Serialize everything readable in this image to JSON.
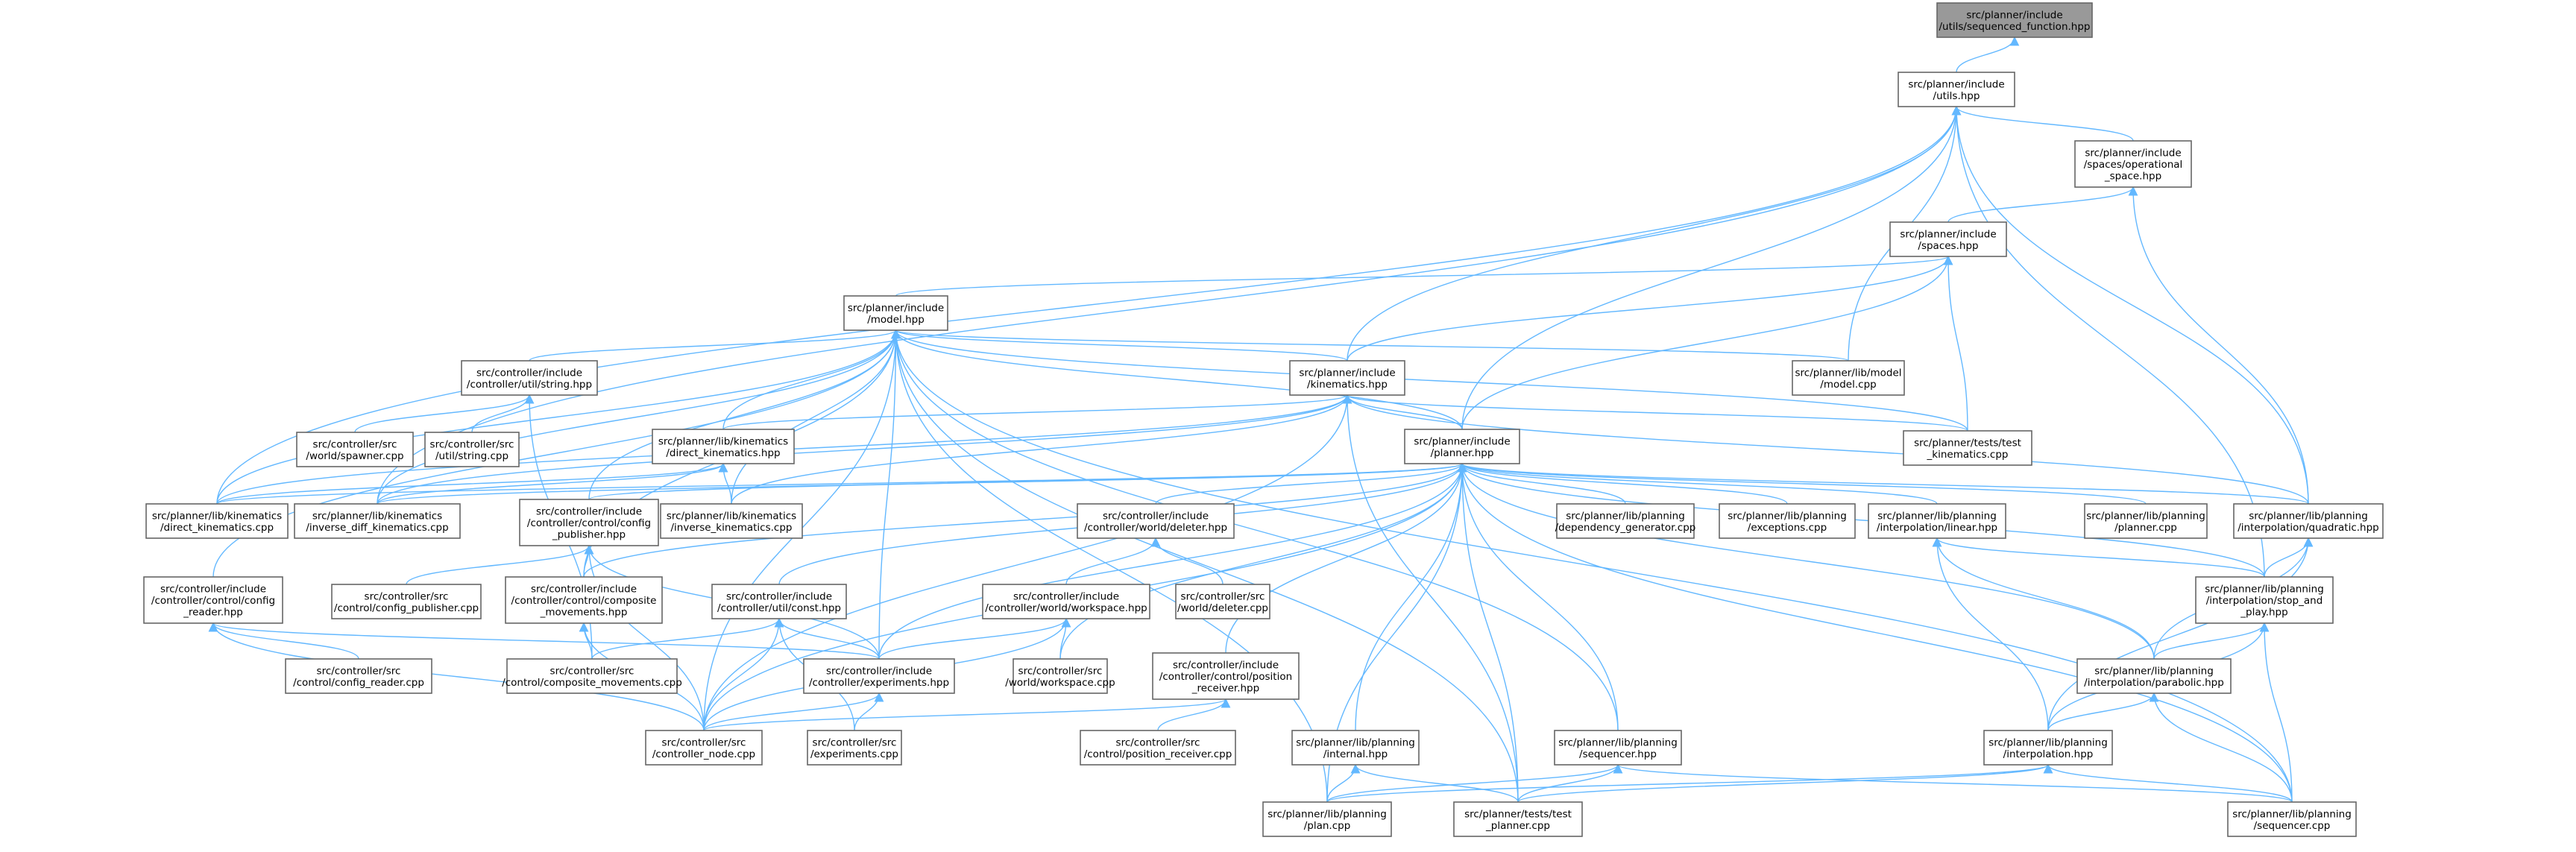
{
  "graph": {
    "type": "include-dependency-graph",
    "colors": {
      "edge": "#63b8ff",
      "node_border": "#666666",
      "root_fill": "#999999",
      "node_fill": "#ffffff"
    },
    "nodes": [
      {
        "id": "seq_fn",
        "lines": [
          "src/planner/include",
          "/utils/sequenced_function.hpp"
        ],
        "root": true
      },
      {
        "id": "utils",
        "lines": [
          "src/planner/include",
          "/utils.hpp"
        ]
      },
      {
        "id": "spaces_op",
        "lines": [
          "src/planner/include",
          "/spaces/operational",
          "_space.hpp"
        ]
      },
      {
        "id": "spaces",
        "lines": [
          "src/planner/include",
          "/spaces.hpp"
        ]
      },
      {
        "id": "model",
        "lines": [
          "src/planner/include",
          "/model.hpp"
        ]
      },
      {
        "id": "model_cpp",
        "lines": [
          "src/planner/lib/model",
          "/model.cpp"
        ]
      },
      {
        "id": "kinematics",
        "lines": [
          "src/planner/include",
          "/kinematics.hpp"
        ]
      },
      {
        "id": "string_hpp",
        "lines": [
          "src/controller/include",
          "/controller/util/string.hpp"
        ]
      },
      {
        "id": "spawner",
        "lines": [
          "src/controller/src",
          "/world/spawner.cpp"
        ]
      },
      {
        "id": "string_cpp",
        "lines": [
          "src/controller/src",
          "/util/string.cpp"
        ]
      },
      {
        "id": "direct_kin_hpp",
        "lines": [
          "src/planner/lib/kinematics",
          "/direct_kinematics.hpp"
        ]
      },
      {
        "id": "test_kin",
        "lines": [
          "src/planner/tests/test",
          "_kinematics.cpp"
        ]
      },
      {
        "id": "planner_hpp",
        "lines": [
          "src/planner/include",
          "/planner.hpp"
        ]
      },
      {
        "id": "direct_kin_cpp",
        "lines": [
          "src/planner/lib/kinematics",
          "/direct_kinematics.cpp"
        ]
      },
      {
        "id": "inv_diff",
        "lines": [
          "src/planner/lib/kinematics",
          "/inverse_diff_kinematics.cpp"
        ]
      },
      {
        "id": "config_pub",
        "lines": [
          "src/controller/include",
          "/controller/control/config",
          "_publisher.hpp"
        ]
      },
      {
        "id": "inv_kin",
        "lines": [
          "src/planner/lib/kinematics",
          "/inverse_kinematics.cpp"
        ]
      },
      {
        "id": "deleter_hpp",
        "lines": [
          "src/controller/include",
          "/controller/world/deleter.hpp"
        ]
      },
      {
        "id": "dep_gen",
        "lines": [
          "src/planner/lib/planning",
          "/dependency_generator.cpp"
        ]
      },
      {
        "id": "exceptions",
        "lines": [
          "src/planner/lib/planning",
          "/exceptions.cpp"
        ]
      },
      {
        "id": "interp_lin",
        "lines": [
          "src/planner/lib/planning",
          "/interpolation/linear.hpp"
        ]
      },
      {
        "id": "planner_cpp",
        "lines": [
          "src/planner/lib/planning",
          "/planner.cpp"
        ]
      },
      {
        "id": "interp_quad",
        "lines": [
          "src/planner/lib/planning",
          "/interpolation/quadratic.hpp"
        ]
      },
      {
        "id": "config_reader",
        "lines": [
          "src/controller/include",
          "/controller/control/config",
          "_reader.hpp"
        ]
      },
      {
        "id": "config_pub_cpp",
        "lines": [
          "src/controller/src",
          "/control/config_publisher.cpp"
        ]
      },
      {
        "id": "composite_hpp",
        "lines": [
          "src/controller/include",
          "/controller/control/composite",
          "_movements.hpp"
        ]
      },
      {
        "id": "const_hpp",
        "lines": [
          "src/controller/include",
          "/controller/util/const.hpp"
        ]
      },
      {
        "id": "workspace_hpp",
        "lines": [
          "src/controller/include",
          "/controller/world/workspace.hpp"
        ]
      },
      {
        "id": "deleter_cpp",
        "lines": [
          "src/controller/src",
          "/world/deleter.cpp"
        ]
      },
      {
        "id": "stop_play",
        "lines": [
          "src/planner/lib/planning",
          "/interpolation/stop_and",
          "_play.hpp"
        ]
      },
      {
        "id": "config_reader_cpp",
        "lines": [
          "src/controller/src",
          "/control/config_reader.cpp"
        ]
      },
      {
        "id": "composite_cpp",
        "lines": [
          "src/controller/src",
          "/control/composite_movements.cpp"
        ]
      },
      {
        "id": "experiments_hpp",
        "lines": [
          "src/controller/include",
          "/controller/experiments.hpp"
        ]
      },
      {
        "id": "workspace_cpp",
        "lines": [
          "src/controller/src",
          "/world/workspace.cpp"
        ]
      },
      {
        "id": "pos_recv",
        "lines": [
          "src/controller/include",
          "/controller/control/position",
          "_receiver.hpp"
        ]
      },
      {
        "id": "parabolic",
        "lines": [
          "src/planner/lib/planning",
          "/interpolation/parabolic.hpp"
        ]
      },
      {
        "id": "controller_node",
        "lines": [
          "src/controller/src",
          "/controller_node.cpp"
        ]
      },
      {
        "id": "experiments_cpp",
        "lines": [
          "src/controller/src",
          "/experiments.cpp"
        ]
      },
      {
        "id": "pos_recv_cpp",
        "lines": [
          "src/controller/src",
          "/control/position_receiver.cpp"
        ]
      },
      {
        "id": "internal",
        "lines": [
          "src/planner/lib/planning",
          "/internal.hpp"
        ]
      },
      {
        "id": "sequencer_hpp",
        "lines": [
          "src/planner/lib/planning",
          "/sequencer.hpp"
        ]
      },
      {
        "id": "interp_hpp",
        "lines": [
          "src/planner/lib/planning",
          "/interpolation.hpp"
        ]
      },
      {
        "id": "plan_cpp",
        "lines": [
          "src/planner/lib/planning",
          "/plan.cpp"
        ]
      },
      {
        "id": "test_planner",
        "lines": [
          "src/planner/tests/test",
          "_planner.cpp"
        ]
      },
      {
        "id": "sequencer_cpp",
        "lines": [
          "src/planner/lib/planning",
          "/sequencer.cpp"
        ]
      }
    ],
    "edges": [
      [
        "utils",
        "seq_fn"
      ],
      [
        "spaces_op",
        "utils"
      ],
      [
        "model_cpp",
        "utils"
      ],
      [
        "kinematics",
        "utils"
      ],
      [
        "planner_hpp",
        "utils"
      ],
      [
        "direct_kin_cpp",
        "utils"
      ],
      [
        "inv_diff",
        "utils"
      ],
      [
        "interp_quad",
        "utils"
      ],
      [
        "stop_play",
        "utils"
      ],
      [
        "spaces",
        "spaces_op"
      ],
      [
        "interp_quad",
        "spaces_op"
      ],
      [
        "model",
        "spaces"
      ],
      [
        "kinematics",
        "spaces"
      ],
      [
        "planner_hpp",
        "spaces"
      ],
      [
        "test_kin",
        "spaces"
      ],
      [
        "model_cpp",
        "model"
      ],
      [
        "kinematics",
        "model"
      ],
      [
        "string_hpp",
        "model"
      ],
      [
        "direct_kin_hpp",
        "model"
      ],
      [
        "test_kin",
        "model"
      ],
      [
        "planner_hpp",
        "model"
      ],
      [
        "direct_kin_cpp",
        "model"
      ],
      [
        "inv_diff",
        "model"
      ],
      [
        "config_pub",
        "model"
      ],
      [
        "inv_kin",
        "model"
      ],
      [
        "config_reader",
        "model"
      ],
      [
        "composite_hpp",
        "model"
      ],
      [
        "experiments_hpp",
        "model"
      ],
      [
        "controller_node",
        "model"
      ],
      [
        "plan_cpp",
        "model"
      ],
      [
        "sequencer_hpp",
        "model"
      ],
      [
        "test_planner",
        "model"
      ],
      [
        "sequencer_cpp",
        "model"
      ],
      [
        "spawner",
        "string_hpp"
      ],
      [
        "string_cpp",
        "string_hpp"
      ],
      [
        "composite_cpp",
        "string_hpp"
      ],
      [
        "direct_kin_hpp",
        "kinematics"
      ],
      [
        "test_kin",
        "kinematics"
      ],
      [
        "planner_hpp",
        "kinematics"
      ],
      [
        "direct_kin_cpp",
        "kinematics"
      ],
      [
        "inv_diff",
        "kinematics"
      ],
      [
        "inv_kin",
        "kinematics"
      ],
      [
        "interp_quad",
        "kinematics"
      ],
      [
        "controller_node",
        "kinematics"
      ],
      [
        "test_planner",
        "kinematics"
      ],
      [
        "direct_kin_cpp",
        "direct_kin_hpp"
      ],
      [
        "inv_diff",
        "direct_kin_hpp"
      ],
      [
        "inv_kin",
        "direct_kin_hpp"
      ],
      [
        "config_pub",
        "planner_hpp"
      ],
      [
        "deleter_hpp",
        "planner_hpp"
      ],
      [
        "dep_gen",
        "planner_hpp"
      ],
      [
        "exceptions",
        "planner_hpp"
      ],
      [
        "interp_lin",
        "planner_hpp"
      ],
      [
        "planner_cpp",
        "planner_hpp"
      ],
      [
        "interp_quad",
        "planner_hpp"
      ],
      [
        "composite_hpp",
        "planner_hpp"
      ],
      [
        "const_hpp",
        "planner_hpp"
      ],
      [
        "stop_play",
        "planner_hpp"
      ],
      [
        "experiments_hpp",
        "planner_hpp"
      ],
      [
        "workspace_cpp",
        "planner_hpp"
      ],
      [
        "pos_recv",
        "planner_hpp"
      ],
      [
        "parabolic",
        "planner_hpp"
      ],
      [
        "controller_node",
        "planner_hpp"
      ],
      [
        "internal",
        "planner_hpp"
      ],
      [
        "sequencer_hpp",
        "planner_hpp"
      ],
      [
        "plan_cpp",
        "planner_hpp"
      ],
      [
        "test_planner",
        "planner_hpp"
      ],
      [
        "sequencer_cpp",
        "planner_hpp"
      ],
      [
        "direct_kin_cpp",
        "planner_hpp"
      ],
      [
        "inv_diff",
        "planner_hpp"
      ],
      [
        "config_pub_cpp",
        "config_pub"
      ],
      [
        "composite_hpp",
        "config_pub"
      ],
      [
        "experiments_hpp",
        "config_pub"
      ],
      [
        "controller_node",
        "config_pub"
      ],
      [
        "workspace_hpp",
        "deleter_hpp"
      ],
      [
        "deleter_cpp",
        "deleter_hpp"
      ],
      [
        "stop_play",
        "interp_lin"
      ],
      [
        "parabolic",
        "interp_lin"
      ],
      [
        "interp_hpp",
        "interp_lin"
      ],
      [
        "stop_play",
        "interp_quad"
      ],
      [
        "parabolic",
        "interp_quad"
      ],
      [
        "interp_hpp",
        "interp_quad"
      ],
      [
        "config_reader_cpp",
        "config_reader"
      ],
      [
        "controller_node",
        "config_reader"
      ],
      [
        "experiments_hpp",
        "config_reader"
      ],
      [
        "composite_cpp",
        "composite_hpp"
      ],
      [
        "controller_node",
        "composite_hpp"
      ],
      [
        "composite_cpp",
        "const_hpp"
      ],
      [
        "experiments_hpp",
        "const_hpp"
      ],
      [
        "controller_node",
        "const_hpp"
      ],
      [
        "experiments_cpp",
        "const_hpp"
      ],
      [
        "experiments_hpp",
        "workspace_hpp"
      ],
      [
        "workspace_cpp",
        "workspace_hpp"
      ],
      [
        "controller_node",
        "workspace_hpp"
      ],
      [
        "parabolic",
        "stop_play"
      ],
      [
        "interp_hpp",
        "stop_play"
      ],
      [
        "sequencer_cpp",
        "stop_play"
      ],
      [
        "controller_node",
        "experiments_hpp"
      ],
      [
        "experiments_cpp",
        "experiments_hpp"
      ],
      [
        "controller_node",
        "pos_recv"
      ],
      [
        "pos_recv_cpp",
        "pos_recv"
      ],
      [
        "interp_hpp",
        "parabolic"
      ],
      [
        "sequencer_cpp",
        "parabolic"
      ],
      [
        "plan_cpp",
        "internal"
      ],
      [
        "test_planner",
        "internal"
      ],
      [
        "plan_cpp",
        "sequencer_hpp"
      ],
      [
        "test_planner",
        "sequencer_hpp"
      ],
      [
        "sequencer_cpp",
        "sequencer_hpp"
      ],
      [
        "plan_cpp",
        "interp_hpp"
      ],
      [
        "test_planner",
        "interp_hpp"
      ],
      [
        "sequencer_cpp",
        "interp_hpp"
      ]
    ]
  }
}
